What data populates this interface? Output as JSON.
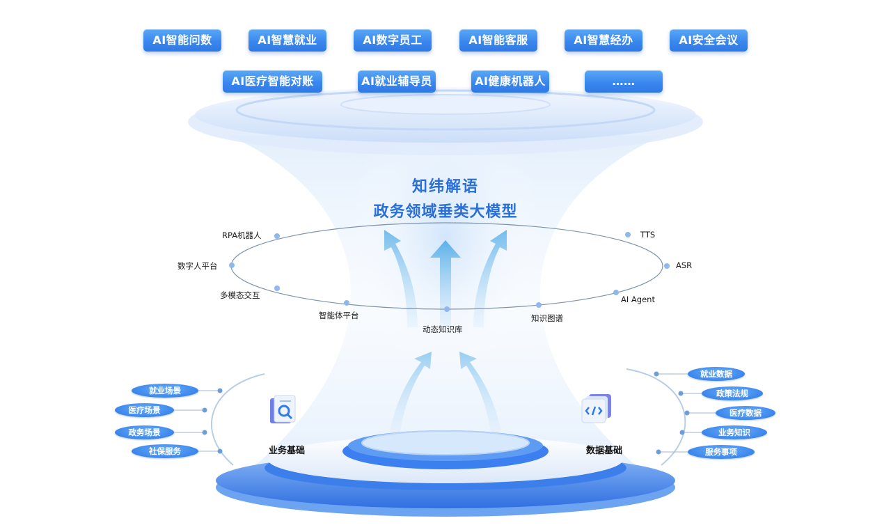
{
  "applications": {
    "row1": [
      "AI智能问数",
      "AI智慧就业",
      "AI数字员工",
      "AI智能客服",
      "AI智慧经办",
      "AI安全会议"
    ],
    "row2": [
      "AI医疗智能对账",
      "AI就业辅导员",
      "AI健康机器人",
      "……"
    ]
  },
  "core": {
    "title_line1": "知纬解语",
    "title_line2": "政务领域垂类大模型"
  },
  "capabilities_ring": {
    "items": [
      "RPA机器人",
      "数字人平台",
      "多模态交互",
      "智能体平台",
      "动态知识库",
      "知识图谱",
      "AI Agent",
      "ASR",
      "TTS"
    ]
  },
  "business_foundation": {
    "label": "业务基础",
    "icon": "magnifier-document-icon",
    "items": [
      "就业场景",
      "医疗场景",
      "政务场景",
      "社保服务"
    ]
  },
  "data_foundation": {
    "label": "数据基础",
    "icon": "code-document-icon",
    "items": [
      "就业数据",
      "政策法规",
      "医疗数据",
      "业务知识",
      "服务事项"
    ]
  },
  "colors": {
    "accent": "#2a6fd8",
    "pill": "#3a88ee",
    "ring_dot": "#8fb8ee",
    "platform_blue": "#3b7ff0"
  }
}
